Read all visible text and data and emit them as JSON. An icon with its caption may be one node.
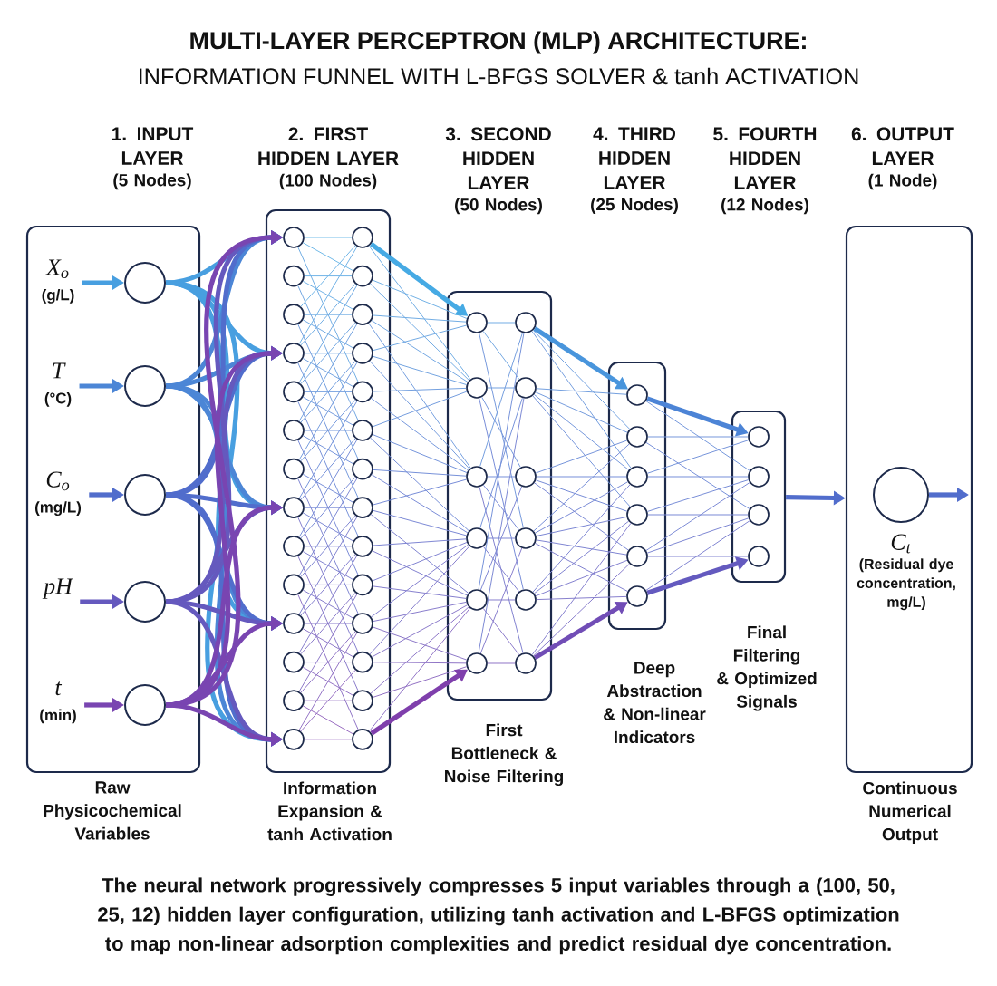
{
  "diagram": {
    "title": "MULTI-LAYER PERCEPTRON (MLP) ARCHITECTURE:",
    "labels": [
      "INFORMATION FUNNEL WITH L-BFGS SOLVER & tanh ACTIVATION",
      "3. SECOND HIDDEN LAYER",
      "(50 Nodes)",
      "4. THIRD HIDDEN LAYER",
      "(25 Nodes)",
      "5. FOURTH HIDDEN LAYER",
      "(12 Nodes)"
    ],
    "caption": "The neural network progressively compresses 5 input variables through a (100, 50, 25, 12) hidden layer configuration, utilizing tanh activation and L-BFGS optimization to map non-linear adsorption complexities and predict residual dye concentration.",
    "nodes": [
      {
        "text": [
          "1. INPUT LAYER",
          "(5 Nodes)"
        ],
        "beside": [
          "Raw Physicochemical Variables"
        ]
      },
      {
        "text": [
          "X$_{o}$",
          "(g/L)"
        ],
        "in": 0
      },
      {
        "text": [
          "T",
          "(°C)"
        ],
        "in": 0
      },
      {
        "text": [
          "C$_{o}$",
          "(mg/L)"
        ],
        "in": 0
      },
      {
        "text": [
          "pH"
        ],
        "in": 0
      },
      {
        "text": [
          "t",
          "(min)"
        ],
        "in": 0
      },
      {
        "text": [],
        "shape": "circle",
        "in": 0
      },
      {
        "text": [],
        "shape": "circle",
        "in": 0
      },
      {
        "text": [],
        "shape": "circle",
        "in": 0
      },
      {
        "text": [],
        "shape": "circle",
        "in": 0
      },
      {
        "text": [],
        "shape": "circle",
        "in": 0
      },
      {
        "text": [
          "2. FIRST HIDDEN LAYER",
          "(100 Nodes)"
        ],
        "beside": [
          "Information Expansion & tanh Activation"
        ]
      },
      {
        "text": [],
        "shape": "circle",
        "in": 11
      },
      {
        "text": [],
        "shape": "circle",
        "in": 11
      },
      {
        "text": [],
        "shape": "circle",
        "in": 11
      },
      {
        "text": [],
        "shape": "circle",
        "in": 11
      },
      {
        "text": [],
        "shape": "circle",
        "in": 11
      },
      {
        "text": [],
        "shape": "circle",
        "in": 11
      },
      {
        "text": [],
        "shape": "circle",
        "in": 11
      },
      {
        "text": [],
        "shape": "circle",
        "in": 11
      },
      {
        "text": [],
        "shape": "circle",
        "in": 11
      },
      {
        "text": [],
        "shape": "circle",
        "in": 11
      },
      {
        "text": [],
        "shape": "circle",
        "in": 11
      },
      {
        "text": [],
        "shape": "circle",
        "in": 11
      },
      {
        "text": [],
        "shape": "circle",
        "in": 11
      },
      {
        "text": [],
        "shape": "circle",
        "in": 11
      },
      {
        "text": [],
        "shape": "circle",
        "in": 11
      },
      {
        "text": [],
        "shape": "circle",
        "in": 11
      },
      {
        "text": [],
        "shape": "circle",
        "in": 11
      },
      {
        "text": [],
        "shape": "circle",
        "in": 11
      },
      {
        "text": [],
        "shape": "circle",
        "in": 11
      },
      {
        "text": [],
        "shape": "circle",
        "in": 11
      },
      {
        "text": [],
        "shape": "circle",
        "in": 11
      },
      {
        "text": [],
        "shape": "circle",
        "in": 11
      },
      {
        "text": [],
        "shape": "circle",
        "in": 11
      },
      {
        "text": [],
        "shape": "circle",
        "in": 11
      },
      {
        "text": [],
        "shape": "circle",
        "in": 11
      },
      {
        "text": [],
        "shape": "circle",
        "in": 11
      },
      {
        "text": [],
        "shape": "circle",
        "in": 11
      },
      {
        "text": [],
        "shape": "circle",
        "in": 11
      },
      {
        "text": [],
        "shape": "box",
        "beside": [
          "First Bottleneck & Noise Filtering"
        ]
      },
      {
        "text": [],
        "shape": "circle",
        "in": 40
      },
      {
        "text": [],
        "shape": "circle",
        "in": 40
      },
      {
        "text": [],
        "shape": "circle",
        "in": 40
      },
      {
        "text": [],
        "shape": "circle",
        "in": 40
      },
      {
        "text": [],
        "shape": "circle",
        "in": 40
      },
      {
        "text": [],
        "shape": "circle",
        "in": 40
      },
      {
        "text": [],
        "shape": "circle",
        "in": 40
      },
      {
        "text": [],
        "shape": "circle",
        "in": 40
      },
      {
        "text": [],
        "shape": "circle",
        "in": 40
      },
      {
        "text": [],
        "shape": "circle",
        "in": 40
      },
      {
        "text": [],
        "shape": "circle",
        "in": 40
      },
      {
        "text": [],
        "shape": "circle",
        "in": 40
      },
      {
        "text": [],
        "shape": "box",
        "beside": [
          "Deep Abstraction & Non-linear Indicators"
        ]
      },
      {
        "text": [],
        "shape": "circle",
        "in": 53
      },
      {
        "text": [],
        "shape": "circle",
        "in": 53
      },
      {
        "text": [],
        "shape": "circle",
        "in": 53
      },
      {
        "text": [],
        "shape": "circle",
        "in": 53
      },
      {
        "text": [],
        "shape": "circle",
        "in": 53
      },
      {
        "text": [],
        "shape": "circle",
        "in": 53
      },
      {
        "text": [],
        "shape": "box",
        "beside": [
          "Final Filtering & Optimized Signals"
        ]
      },
      {
        "text": [],
        "shape": "circle",
        "in": 60
      },
      {
        "text": [],
        "shape": "circle",
        "in": 60
      },
      {
        "text": [],
        "shape": "circle",
        "in": 60
      },
      {
        "text": [],
        "shape": "circle",
        "in": 60
      },
      {
        "text": [
          "6. OUTPUT LAYER",
          "(1 Node)"
        ],
        "beside": [
          "Continuous Numerical Output"
        ]
      },
      {
        "text": [],
        "shape": "circle",
        "in": 65,
        "beside": [
          "C$_{t}$",
          "(Residual dye concentration, mg/L)"
        ]
      }
    ],
    "edges": [
      {
        "from": 1,
        "to": 6,
        "arrow": "to",
        "style": "thick"
      },
      {
        "from": 2,
        "to": 7,
        "arrow": "to",
        "style": "thick"
      },
      {
        "from": 3,
        "to": 8,
        "arrow": "to",
        "style": "thick"
      },
      {
        "from": 4,
        "to": 9,
        "arrow": "to",
        "style": "thick"
      },
      {
        "from": 5,
        "to": 10,
        "arrow": "to",
        "style": "thick"
      },
      {
        "from": 6,
        "to": 12,
        "arrow": "to",
        "style": "thick"
      },
      {
        "from": 6,
        "to": 15,
        "arrow": "to",
        "style": "thick"
      },
      {
        "from": 6,
        "to": 19,
        "arrow": "to",
        "style": "thick"
      },
      {
        "from": 6,
        "to": 22,
        "arrow": "to",
        "style": "thick"
      },
      {
        "from": 6,
        "to": 25,
        "arrow": "to",
        "style": "thick"
      },
      {
        "from": 7,
        "to": 12,
        "arrow": "to",
        "style": "thick"
      },
      {
        "from": 7,
        "to": 15,
        "arrow": "to",
        "style": "thick"
      },
      {
        "from": 7,
        "to": 19,
        "arrow": "to",
        "style": "thick"
      },
      {
        "from": 7,
        "to": 22,
        "arrow": "to",
        "style": "thick"
      },
      {
        "from": 7,
        "to": 25,
        "arrow": "to",
        "style": "thick"
      },
      {
        "from": 8,
        "to": 12,
        "arrow": "to",
        "style": "thick"
      },
      {
        "from": 8,
        "to": 15,
        "arrow": "to",
        "style": "thick"
      },
      {
        "from": 8,
        "to": 19,
        "arrow": "to",
        "style": "thick"
      },
      {
        "from": 8,
        "to": 22,
        "arrow": "to",
        "style": "thick"
      },
      {
        "from": 8,
        "to": 25,
        "arrow": "to",
        "style": "thick"
      },
      {
        "from": 9,
        "to": 12,
        "arrow": "to",
        "style": "thick"
      },
      {
        "from": 9,
        "to": 15,
        "arrow": "to",
        "style": "thick"
      },
      {
        "from": 9,
        "to": 19,
        "arrow": "to",
        "style": "thick"
      },
      {
        "from": 9,
        "to": 22,
        "arrow": "to",
        "style": "thick"
      },
      {
        "from": 9,
        "to": 25,
        "arrow": "to",
        "style": "thick"
      },
      {
        "from": 10,
        "to": 12,
        "arrow": "to",
        "style": "thick"
      },
      {
        "from": 10,
        "to": 15,
        "arrow": "to",
        "style": "thick"
      },
      {
        "from": 10,
        "to": 19,
        "arrow": "to",
        "style": "thick"
      },
      {
        "from": 10,
        "to": 22,
        "arrow": "to",
        "style": "thick"
      },
      {
        "from": 10,
        "to": 25,
        "arrow": "to",
        "style": "thick"
      },
      {
        "from": 12,
        "to": 26,
        "arrow": "none"
      },
      {
        "from": 12,
        "to": 27,
        "arrow": "none"
      },
      {
        "from": 12,
        "to": 30,
        "arrow": "none"
      },
      {
        "from": 13,
        "to": 27,
        "arrow": "none"
      },
      {
        "from": 13,
        "to": 28,
        "arrow": "none"
      },
      {
        "from": 13,
        "to": 31,
        "arrow": "none"
      },
      {
        "from": 14,
        "to": 28,
        "arrow": "none"
      },
      {
        "from": 14,
        "to": 29,
        "arrow": "none"
      },
      {
        "from": 14,
        "to": 26,
        "arrow": "none"
      },
      {
        "from": 14,
        "to": 32,
        "arrow": "none"
      },
      {
        "from": 15,
        "to": 29,
        "arrow": "none"
      },
      {
        "from": 15,
        "to": 30,
        "arrow": "none"
      },
      {
        "from": 15,
        "to": 27,
        "arrow": "none"
      },
      {
        "from": 15,
        "to": 26,
        "arrow": "none"
      },
      {
        "from": 15,
        "to": 33,
        "arrow": "none"
      },
      {
        "from": 16,
        "to": 30,
        "arrow": "none"
      },
      {
        "from": 16,
        "to": 31,
        "arrow": "none"
      },
      {
        "from": 16,
        "to": 28,
        "arrow": "none"
      },
      {
        "from": 16,
        "to": 27,
        "arrow": "none"
      },
      {
        "from": 16,
        "to": 34,
        "arrow": "none"
      },
      {
        "from": 17,
        "to": 31,
        "arrow": "none"
      },
      {
        "from": 17,
        "to": 32,
        "arrow": "none"
      },
      {
        "from": 17,
        "to": 29,
        "arrow": "none"
      },
      {
        "from": 17,
        "to": 28,
        "arrow": "none"
      },
      {
        "from": 17,
        "to": 35,
        "arrow": "none"
      },
      {
        "from": 18,
        "to": 32,
        "arrow": "none"
      },
      {
        "from": 18,
        "to": 33,
        "arrow": "none"
      },
      {
        "from": 18,
        "to": 30,
        "arrow": "none"
      },
      {
        "from": 18,
        "to": 29,
        "arrow": "none"
      },
      {
        "from": 18,
        "to": 36,
        "arrow": "none"
      },
      {
        "from": 19,
        "to": 33,
        "arrow": "none"
      },
      {
        "from": 19,
        "to": 34,
        "arrow": "none"
      },
      {
        "from": 19,
        "to": 31,
        "arrow": "none"
      },
      {
        "from": 19,
        "to": 30,
        "arrow": "none"
      },
      {
        "from": 19,
        "to": 37,
        "arrow": "none"
      },
      {
        "from": 20,
        "to": 34,
        "arrow": "none"
      },
      {
        "from": 20,
        "to": 35,
        "arrow": "none"
      },
      {
        "from": 20,
        "to": 32,
        "arrow": "none"
      },
      {
        "from": 20,
        "to": 31,
        "arrow": "none"
      },
      {
        "from": 20,
        "to": 38,
        "arrow": "none"
      },
      {
        "from": 21,
        "to": 35,
        "arrow": "none"
      },
      {
        "from": 21,
        "to": 36,
        "arrow": "none"
      },
      {
        "from": 21,
        "to": 33,
        "arrow": "none"
      },
      {
        "from": 21,
        "to": 32,
        "arrow": "none"
      },
      {
        "from": 21,
        "to": 39,
        "arrow": "none"
      },
      {
        "from": 22,
        "to": 36,
        "arrow": "none"
      },
      {
        "from": 22,
        "to": 37,
        "arrow": "none"
      },
      {
        "from": 22,
        "to": 34,
        "arrow": "none"
      },
      {
        "from": 22,
        "to": 33,
        "arrow": "none"
      },
      {
        "from": 23,
        "to": 37,
        "arrow": "none"
      },
      {
        "from": 23,
        "to": 38,
        "arrow": "none"
      },
      {
        "from": 23,
        "to": 35,
        "arrow": "none"
      },
      {
        "from": 23,
        "to": 34,
        "arrow": "none"
      },
      {
        "from": 24,
        "to": 38,
        "arrow": "none"
      },
      {
        "from": 24,
        "to": 39,
        "arrow": "none"
      },
      {
        "from": 24,
        "to": 36,
        "arrow": "none"
      },
      {
        "from": 24,
        "to": 35,
        "arrow": "none"
      },
      {
        "from": 25,
        "to": 39,
        "arrow": "none"
      },
      {
        "from": 25,
        "to": 37,
        "arrow": "none"
      },
      {
        "from": 25,
        "to": 36,
        "arrow": "none"
      },
      {
        "from": 26,
        "to": 41,
        "arrow": "to",
        "style": "thick"
      },
      {
        "from": 27,
        "to": 41,
        "arrow": "none"
      },
      {
        "from": 28,
        "to": 41,
        "arrow": "none"
      },
      {
        "from": 29,
        "to": 41,
        "arrow": "none"
      },
      {
        "from": 26,
        "to": 42,
        "arrow": "none"
      },
      {
        "from": 27,
        "to": 42,
        "arrow": "none"
      },
      {
        "from": 28,
        "to": 42,
        "arrow": "none"
      },
      {
        "from": 29,
        "to": 42,
        "arrow": "none"
      },
      {
        "from": 30,
        "to": 42,
        "arrow": "none"
      },
      {
        "from": 31,
        "to": 42,
        "arrow": "none"
      },
      {
        "from": 28,
        "to": 43,
        "arrow": "none"
      },
      {
        "from": 29,
        "to": 43,
        "arrow": "none"
      },
      {
        "from": 30,
        "to": 43,
        "arrow": "none"
      },
      {
        "from": 31,
        "to": 43,
        "arrow": "none"
      },
      {
        "from": 32,
        "to": 43,
        "arrow": "none"
      },
      {
        "from": 33,
        "to": 43,
        "arrow": "none"
      },
      {
        "from": 31,
        "to": 44,
        "arrow": "none"
      },
      {
        "from": 32,
        "to": 44,
        "arrow": "none"
      },
      {
        "from": 33,
        "to": 44,
        "arrow": "none"
      },
      {
        "from": 34,
        "to": 44,
        "arrow": "none"
      },
      {
        "from": 35,
        "to": 44,
        "arrow": "none"
      },
      {
        "from": 36,
        "to": 44,
        "arrow": "none"
      },
      {
        "from": 37,
        "to": 44,
        "arrow": "none"
      },
      {
        "from": 33,
        "to": 45,
        "arrow": "none"
      },
      {
        "from": 34,
        "to": 45,
        "arrow": "none"
      },
      {
        "from": 35,
        "to": 45,
        "arrow": "none"
      },
      {
        "from": 36,
        "to": 45,
        "arrow": "none"
      },
      {
        "from": 37,
        "to": 45,
        "arrow": "none"
      },
      {
        "from": 38,
        "to": 45,
        "arrow": "none"
      },
      {
        "from": 39,
        "to": 45,
        "arrow": "none"
      },
      {
        "from": 36,
        "to": 46,
        "arrow": "none"
      },
      {
        "from": 37,
        "to": 46,
        "arrow": "none"
      },
      {
        "from": 38,
        "to": 46,
        "arrow": "none"
      },
      {
        "from": 39,
        "to": 46,
        "arrow": "to",
        "style": "thick"
      },
      {
        "from": 41,
        "to": 47,
        "arrow": "none"
      },
      {
        "from": 41,
        "to": 48,
        "arrow": "none"
      },
      {
        "from": 41,
        "to": 50,
        "arrow": "none"
      },
      {
        "from": 42,
        "to": 48,
        "arrow": "none"
      },
      {
        "from": 42,
        "to": 49,
        "arrow": "none"
      },
      {
        "from": 42,
        "to": 51,
        "arrow": "none"
      },
      {
        "from": 43,
        "to": 49,
        "arrow": "none"
      },
      {
        "from": 43,
        "to": 50,
        "arrow": "none"
      },
      {
        "from": 43,
        "to": 47,
        "arrow": "none"
      },
      {
        "from": 43,
        "to": 52,
        "arrow": "none"
      },
      {
        "from": 44,
        "to": 50,
        "arrow": "none"
      },
      {
        "from": 44,
        "to": 51,
        "arrow": "none"
      },
      {
        "from": 44,
        "to": 48,
        "arrow": "none"
      },
      {
        "from": 45,
        "to": 51,
        "arrow": "none"
      },
      {
        "from": 45,
        "to": 52,
        "arrow": "none"
      },
      {
        "from": 45,
        "to": 49,
        "arrow": "none"
      },
      {
        "from": 45,
        "to": 47,
        "arrow": "none"
      },
      {
        "from": 46,
        "to": 52,
        "arrow": "none"
      },
      {
        "from": 46,
        "to": 50,
        "arrow": "none"
      },
      {
        "from": 46,
        "to": 48,
        "arrow": "none"
      },
      {
        "from": 47,
        "to": 54,
        "arrow": "to",
        "style": "thick"
      },
      {
        "from": 47,
        "to": 55,
        "arrow": "none"
      },
      {
        "from": 47,
        "to": 56,
        "arrow": "none"
      },
      {
        "from": 48,
        "to": 54,
        "arrow": "none"
      },
      {
        "from": 48,
        "to": 55,
        "arrow": "none"
      },
      {
        "from": 48,
        "to": 56,
        "arrow": "none"
      },
      {
        "from": 48,
        "to": 57,
        "arrow": "none"
      },
      {
        "from": 49,
        "to": 55,
        "arrow": "none"
      },
      {
        "from": 49,
        "to": 56,
        "arrow": "none"
      },
      {
        "from": 49,
        "to": 57,
        "arrow": "none"
      },
      {
        "from": 49,
        "to": 58,
        "arrow": "none"
      },
      {
        "from": 50,
        "to": 55,
        "arrow": "none"
      },
      {
        "from": 50,
        "to": 56,
        "arrow": "none"
      },
      {
        "from": 50,
        "to": 57,
        "arrow": "none"
      },
      {
        "from": 50,
        "to": 58,
        "arrow": "none"
      },
      {
        "from": 50,
        "to": 59,
        "arrow": "none"
      },
      {
        "from": 51,
        "to": 56,
        "arrow": "none"
      },
      {
        "from": 51,
        "to": 57,
        "arrow": "none"
      },
      {
        "from": 51,
        "to": 58,
        "arrow": "none"
      },
      {
        "from": 51,
        "to": 59,
        "arrow": "none"
      },
      {
        "from": 52,
        "to": 57,
        "arrow": "none"
      },
      {
        "from": 52,
        "to": 58,
        "arrow": "none"
      },
      {
        "from": 52,
        "to": 59,
        "arrow": "to",
        "style": "thick"
      },
      {
        "from": 54,
        "to": 61,
        "arrow": "to",
        "style": "thick"
      },
      {
        "from": 55,
        "to": 61,
        "arrow": "none"
      },
      {
        "from": 56,
        "to": 61,
        "arrow": "none"
      },
      {
        "from": 54,
        "to": 62,
        "arrow": "none"
      },
      {
        "from": 56,
        "to": 62,
        "arrow": "none"
      },
      {
        "from": 57,
        "to": 62,
        "arrow": "none"
      },
      {
        "from": 58,
        "to": 62,
        "arrow": "none"
      },
      {
        "from": 55,
        "to": 63,
        "arrow": "none"
      },
      {
        "from": 57,
        "to": 63,
        "arrow": "none"
      },
      {
        "from": 58,
        "to": 63,
        "arrow": "none"
      },
      {
        "from": 59,
        "to": 63,
        "arrow": "none"
      },
      {
        "from": 58,
        "to": 64,
        "arrow": "none"
      },
      {
        "from": 59,
        "to": 64,
        "arrow": "to",
        "style": "thick"
      },
      {
        "from": 60,
        "to": 65,
        "arrow": "to",
        "style": "thick"
      },
      {
        "from": 66,
        "to": null,
        "arrow": "to",
        "style": "thick"
      }
    ]
  }
}
